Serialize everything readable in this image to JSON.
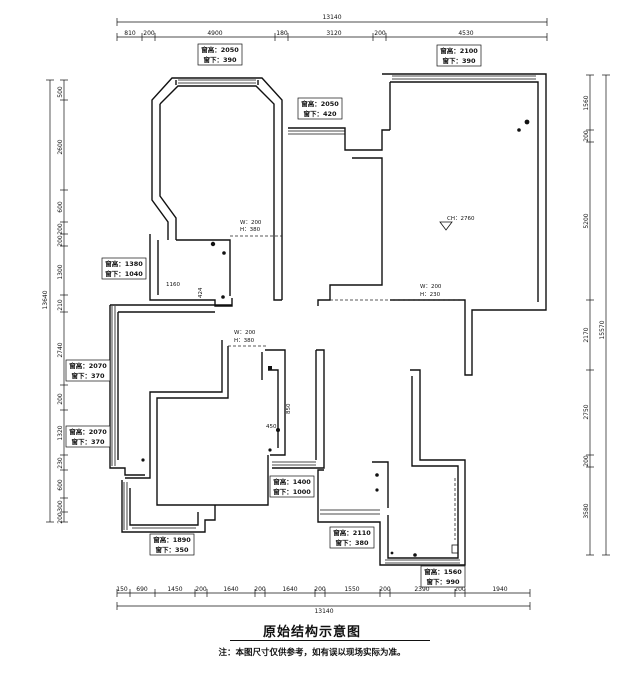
{
  "diagram": {
    "title": "原始结构示意图",
    "footnote": "注：本图尺寸仅供参考，如有误以现场实际为准。",
    "total_width_label": "13140",
    "top_dimensions": [
      "810",
      "200",
      "4900",
      "180",
      "3120",
      "200",
      "4530"
    ],
    "bottom_dimensions": [
      "150",
      "690",
      "1450",
      "200",
      "1640",
      "200",
      "1640",
      "200",
      "1550",
      "200",
      "2390",
      "200",
      "1940"
    ],
    "left_total": "13640",
    "left_dimensions": [
      "500",
      "2600",
      "600",
      "200",
      "200",
      "1300",
      "210",
      "2740",
      "200",
      "1320",
      "230",
      "600",
      "300",
      "200"
    ],
    "right_total": "15570",
    "right_dimensions": [
      "1560",
      "200",
      "5200",
      "2170",
      "2750",
      "200",
      "3580"
    ],
    "window_notes": [
      {
        "l1": "窗高：2050",
        "l2": "窗下：390"
      },
      {
        "l1": "窗高：2100",
        "l2": "窗下：390"
      },
      {
        "l1": "窗高：2050",
        "l2": "窗下：420"
      },
      {
        "l1": "窗高：1380",
        "l2": "窗下：1040"
      },
      {
        "l1": "窗高：2070",
        "l2": "窗下：370"
      },
      {
        "l1": "窗高：2070",
        "l2": "窗下：370"
      },
      {
        "l1": "窗高：1400",
        "l2": "窗下：1000"
      },
      {
        "l1": "窗高：2110",
        "l2": "窗下：380"
      },
      {
        "l1": "窗高：1890",
        "l2": "窗下：350"
      },
      {
        "l1": "窗高：1560",
        "l2": "窗下：990"
      }
    ],
    "beam_notes": [
      {
        "l1": "W：200",
        "l2": "H：380"
      },
      {
        "l1": "W：200",
        "l2": "H：230"
      },
      {
        "l1": "W：200",
        "l2": "H：380"
      }
    ],
    "ceiling_label": "CH：2760",
    "misc_labels": [
      "1160",
      "424",
      "450",
      "850"
    ],
    "colors": {
      "wall": "#111111",
      "background": "#ffffff"
    }
  }
}
